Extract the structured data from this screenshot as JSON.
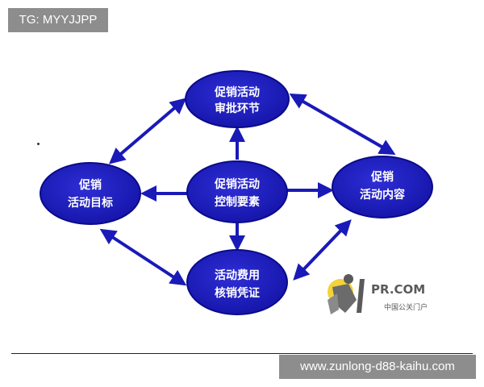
{
  "watermark_top": "TG: MYYJJPP",
  "watermark_bottom": "www.zunlong-d88-kaihu.com",
  "nodes": {
    "approval": {
      "line1": "促销活动",
      "line2": "审批环节"
    },
    "goal": {
      "line1": "促销",
      "line2": "活动目标"
    },
    "control": {
      "line1": "促销活动",
      "line2": "控制要素"
    },
    "content": {
      "line1": "促销",
      "line2": "活动内容"
    },
    "voucher": {
      "line1": "活动费用",
      "line2": "核销凭证"
    }
  },
  "logo": {
    "brand": "PR.COM",
    "subtitle": "中国公关门户"
  },
  "colors": {
    "arrow": "#1a1ab8",
    "node_fill": "#1c1cc0",
    "node_stroke": "#0a0a8a"
  }
}
